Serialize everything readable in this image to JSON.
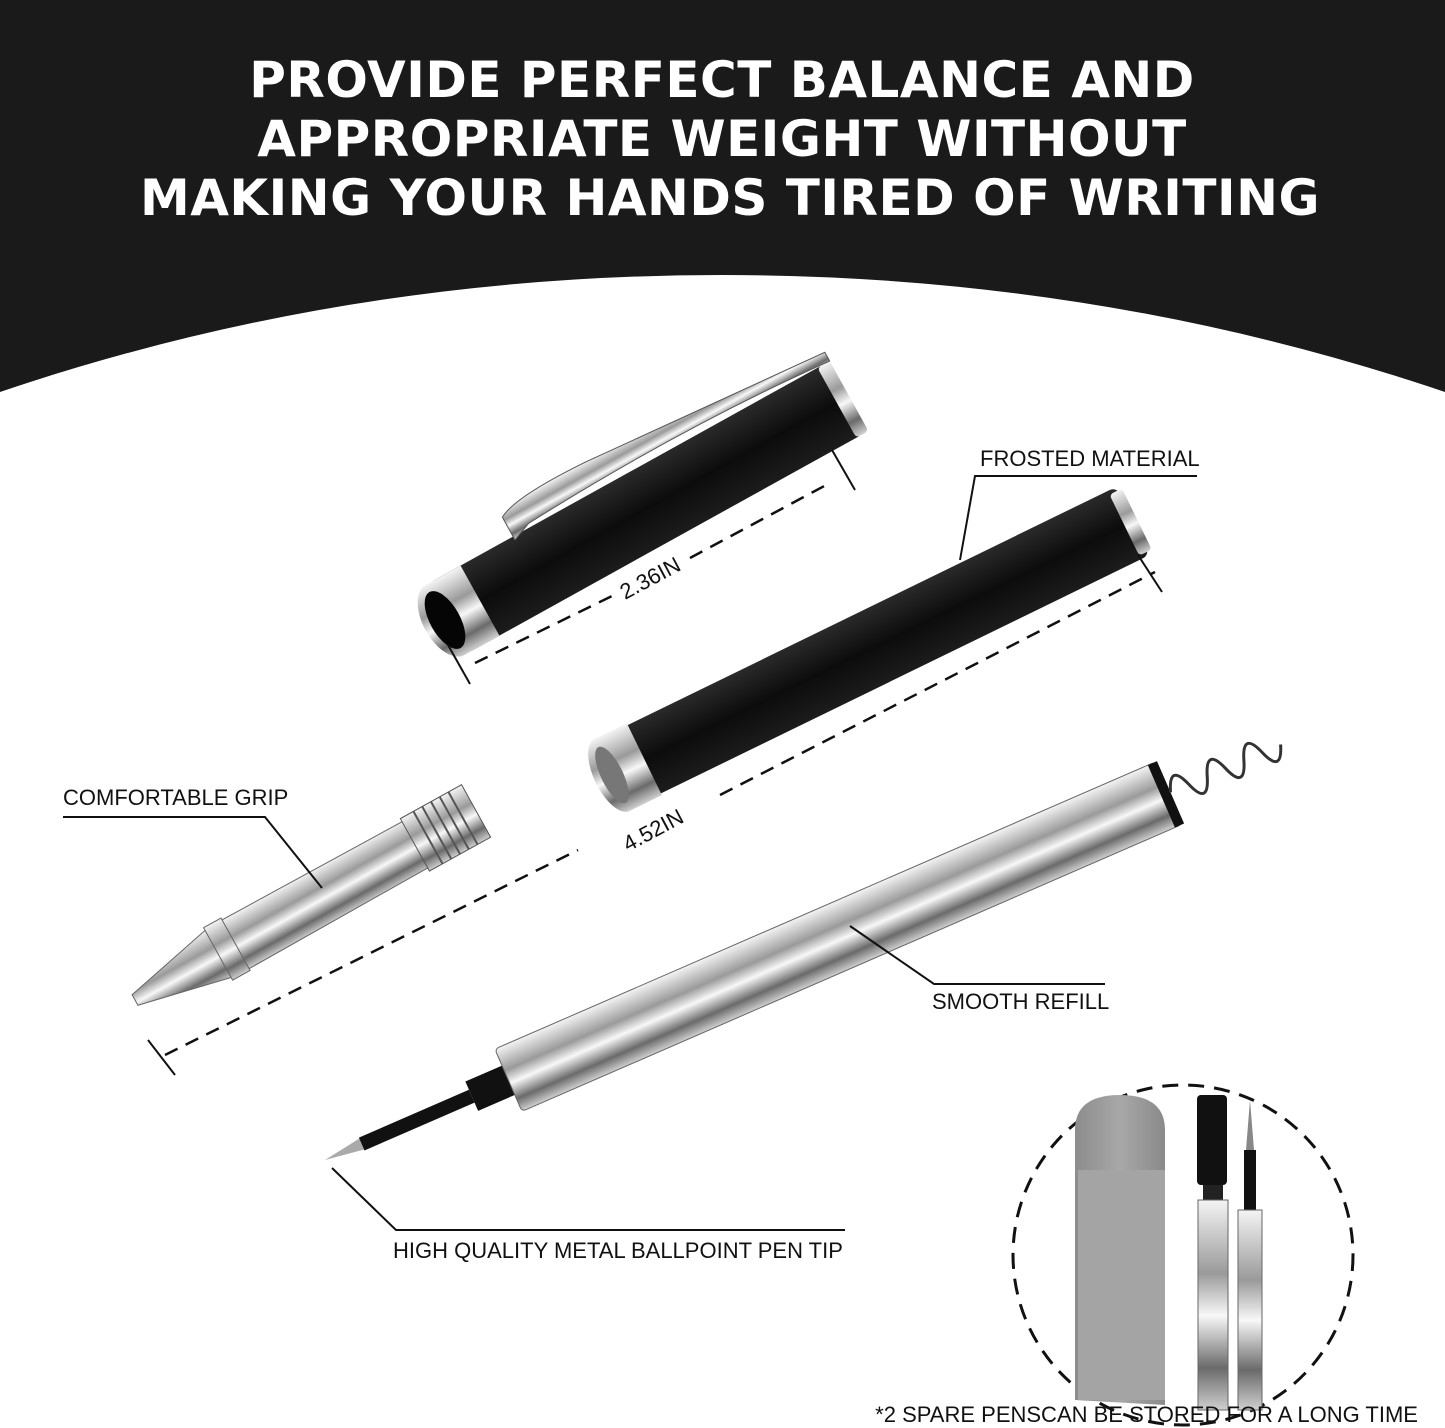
{
  "header": {
    "title_lines": [
      "PROVIDE PERFECT BALANCE AND",
      "APPROPRIATE WEIGHT WITHOUT",
      "MAKING YOUR HANDS TIRED OF WRITING"
    ]
  },
  "labels": {
    "frosted": "FROSTED MATERIAL",
    "grip": "COMFORTABLE GRIP",
    "refill": "SMOOTH REFILL",
    "tip": "HIGH QUALITY METAL BALLPOINT PEN TIP"
  },
  "dimensions": {
    "cap": "2.36IN",
    "barrel": "4.52IN"
  },
  "footnote": "*2 SPARE PENSCAN BE STORED FOR A LONG TIME",
  "colors": {
    "header_bg": "#1a1a1a",
    "pen_body": "#111111",
    "chrome": "#c8c8c8",
    "pouch": "#9a9a9a"
  }
}
